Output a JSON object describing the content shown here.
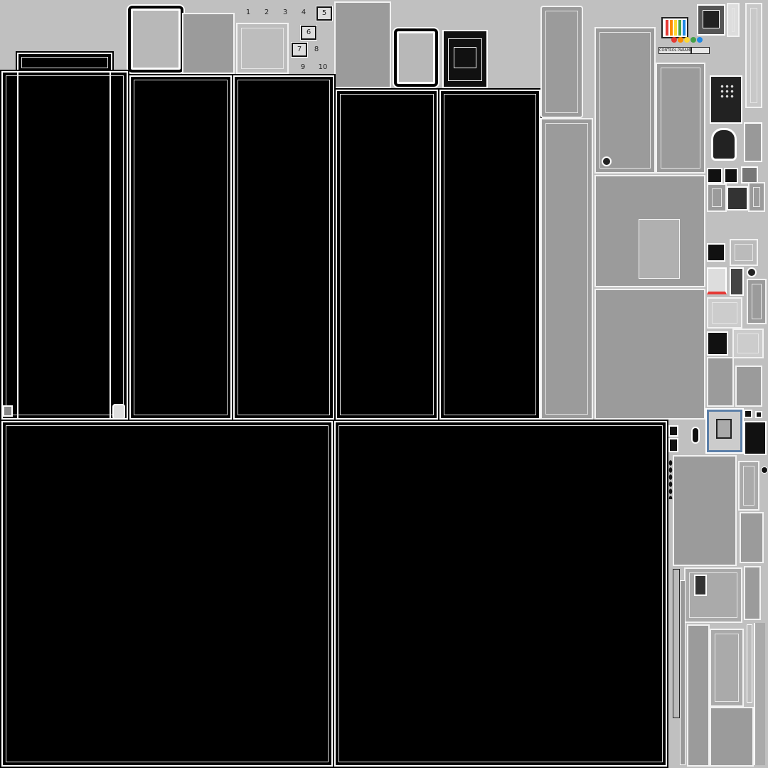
{
  "numbers": [
    "1",
    "2",
    "3",
    "4",
    "5",
    "6",
    "7",
    "8",
    "9",
    "10"
  ],
  "labels": {
    "control_label": "CONTROL PARAMETERS",
    "small_label_a": "",
    "small_label_b": ""
  },
  "colors": {
    "background": "#c0c0c0",
    "panel_black": "#000000",
    "panel_gray": "#9b9b9b",
    "outline_white": "#ffffff",
    "swatch_red": "#e53935",
    "swatch_orange": "#fb8c00",
    "swatch_yellow": "#fdd835",
    "swatch_green": "#43a047",
    "swatch_blue": "#1e88e5",
    "swatch_purple": "#8e24aa"
  }
}
